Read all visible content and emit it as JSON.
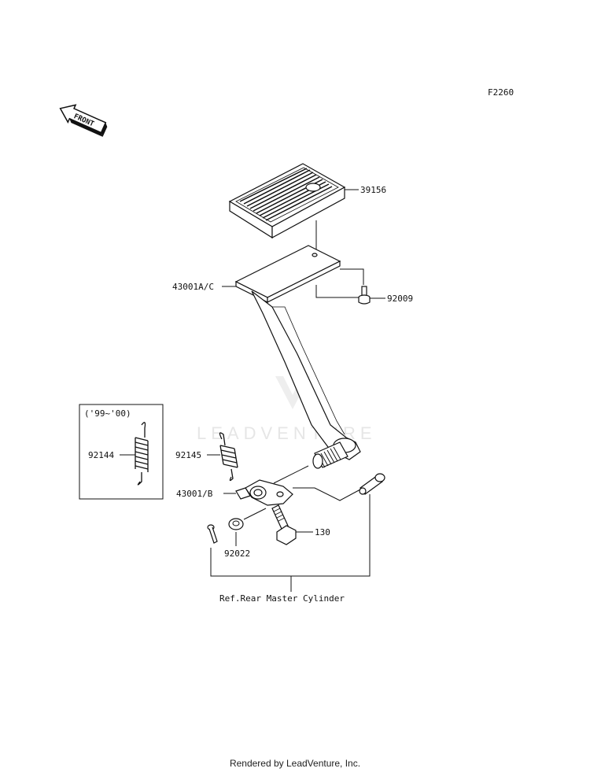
{
  "diagram": {
    "code": "F2260",
    "front_label": "FRONT",
    "watermark": "LEADVENTURE",
    "variant_box_label": "('99~'00)",
    "parts": {
      "pedal_pad": "39156",
      "pedal_arm": "43001A/C",
      "bolt_small": "92009",
      "spring_variant": "92144",
      "spring": "92145",
      "bracket": "43001/B",
      "washer": "92022",
      "bolt": "130"
    },
    "reference": "Ref.Rear Master Cylinder"
  },
  "footer": {
    "credit": "Rendered by LeadVenture, Inc."
  }
}
